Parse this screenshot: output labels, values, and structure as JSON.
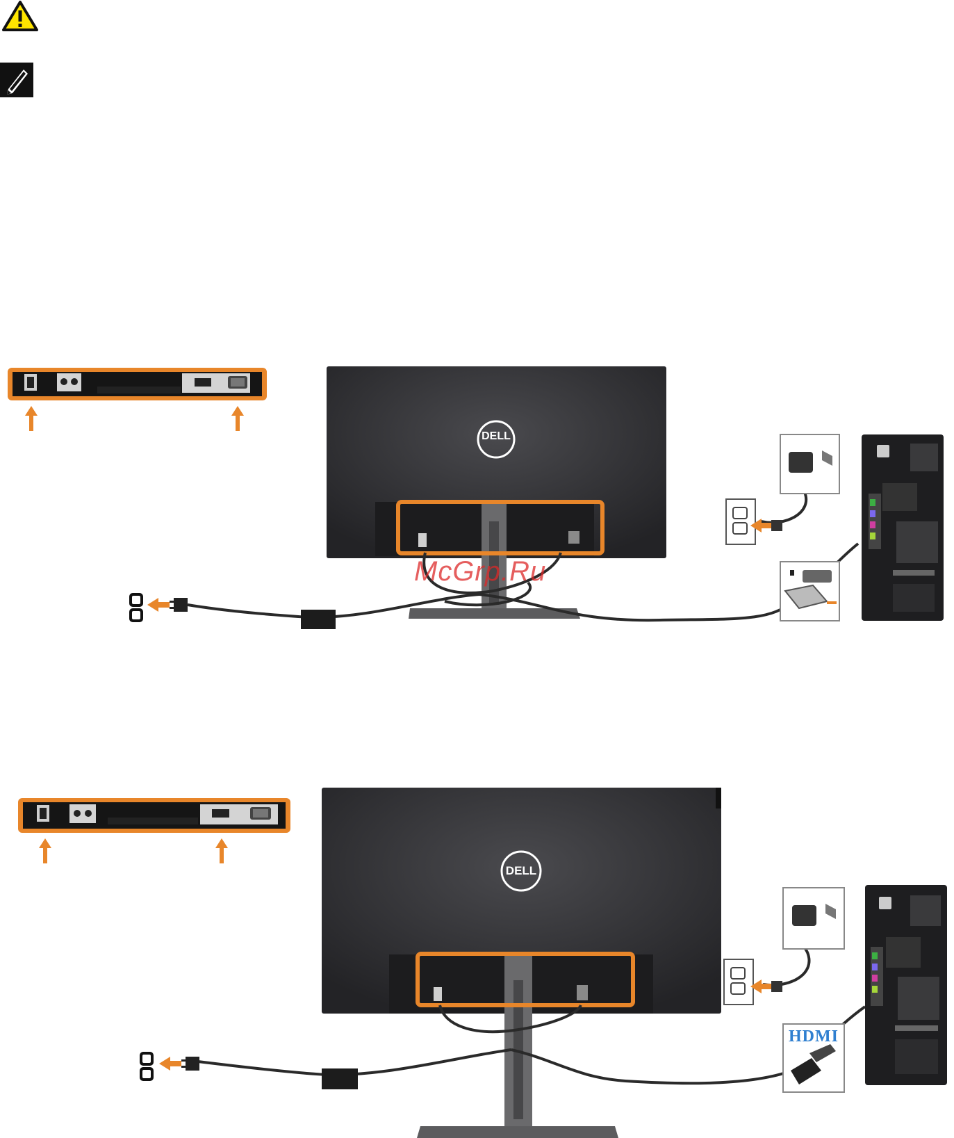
{
  "icons": {
    "caution": "warning-triangle-icon",
    "note": "note-pencil-icon"
  },
  "diagram_vga": {
    "brand_logo": "DELL",
    "watermark": "McGrp.Ru"
  },
  "diagram_hdmi": {
    "brand_logo": "DELL",
    "hdmi_label": "HDMI"
  },
  "colors": {
    "accent": "#E8862A",
    "monitor": "#2b2b2e",
    "cable": "#2a2a2a",
    "hdmi_blue": "#2f7fd0"
  }
}
